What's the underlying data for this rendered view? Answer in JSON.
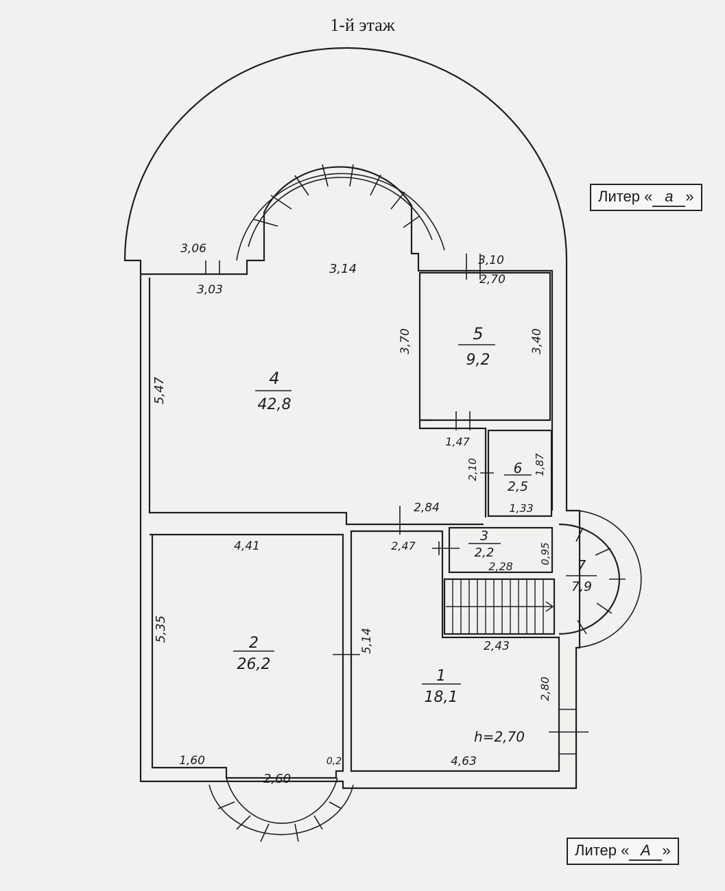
{
  "page_title": "1-й этаж",
  "liter_top": {
    "prefix": "Литер «",
    "letter": "а",
    "suffix": "»"
  },
  "liter_bottom": {
    "prefix": "Литер «",
    "letter": "А",
    "suffix": "»"
  },
  "rooms": [
    {
      "id": "room-1",
      "number": "1",
      "area": "18,1"
    },
    {
      "id": "room-2",
      "number": "2",
      "area": "26,2"
    },
    {
      "id": "room-3",
      "number": "3",
      "area": "2,2"
    },
    {
      "id": "room-4",
      "number": "4",
      "area": "42,8"
    },
    {
      "id": "room-5",
      "number": "5",
      "area": "9,2"
    },
    {
      "id": "room-6",
      "number": "6",
      "area": "2,5"
    },
    {
      "id": "room-7",
      "number": "7",
      "area": "7,9"
    }
  ],
  "dimensions": {
    "d306": "3,06",
    "d303": "3,03",
    "d314": "3,14",
    "d310": "3,10",
    "d270": "2,70",
    "d547": "5,47",
    "d370": "3,70",
    "d340": "3,40",
    "d147": "1,47",
    "d210": "2,10",
    "d187": "1,87",
    "d133": "1,33",
    "d284": "2,84",
    "d247": "2,47",
    "d441": "4,41",
    "d095": "0,95",
    "d228": "2,28",
    "d535": "5,35",
    "d514": "5,14",
    "d243": "2,43",
    "d280": "2,80",
    "d160": "1,60",
    "d260": "2,60",
    "d02": "0,2",
    "d463": "4,63"
  },
  "ceiling_height": "h=2,70"
}
